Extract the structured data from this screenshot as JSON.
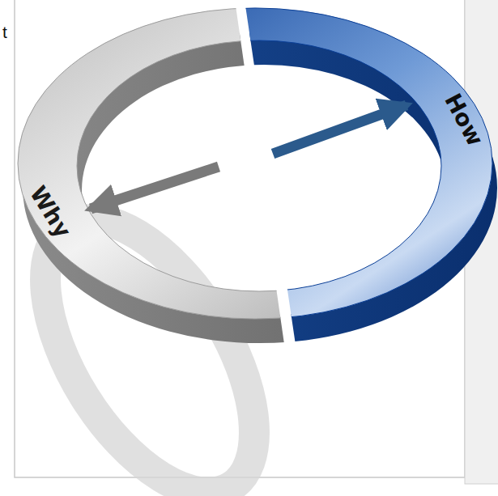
{
  "diagram": {
    "nodes": [
      {
        "text": [
          "Why"
        ]
      },
      {
        "text": [
          "How"
        ]
      }
    ],
    "labels": [
      "t"
    ]
  }
}
